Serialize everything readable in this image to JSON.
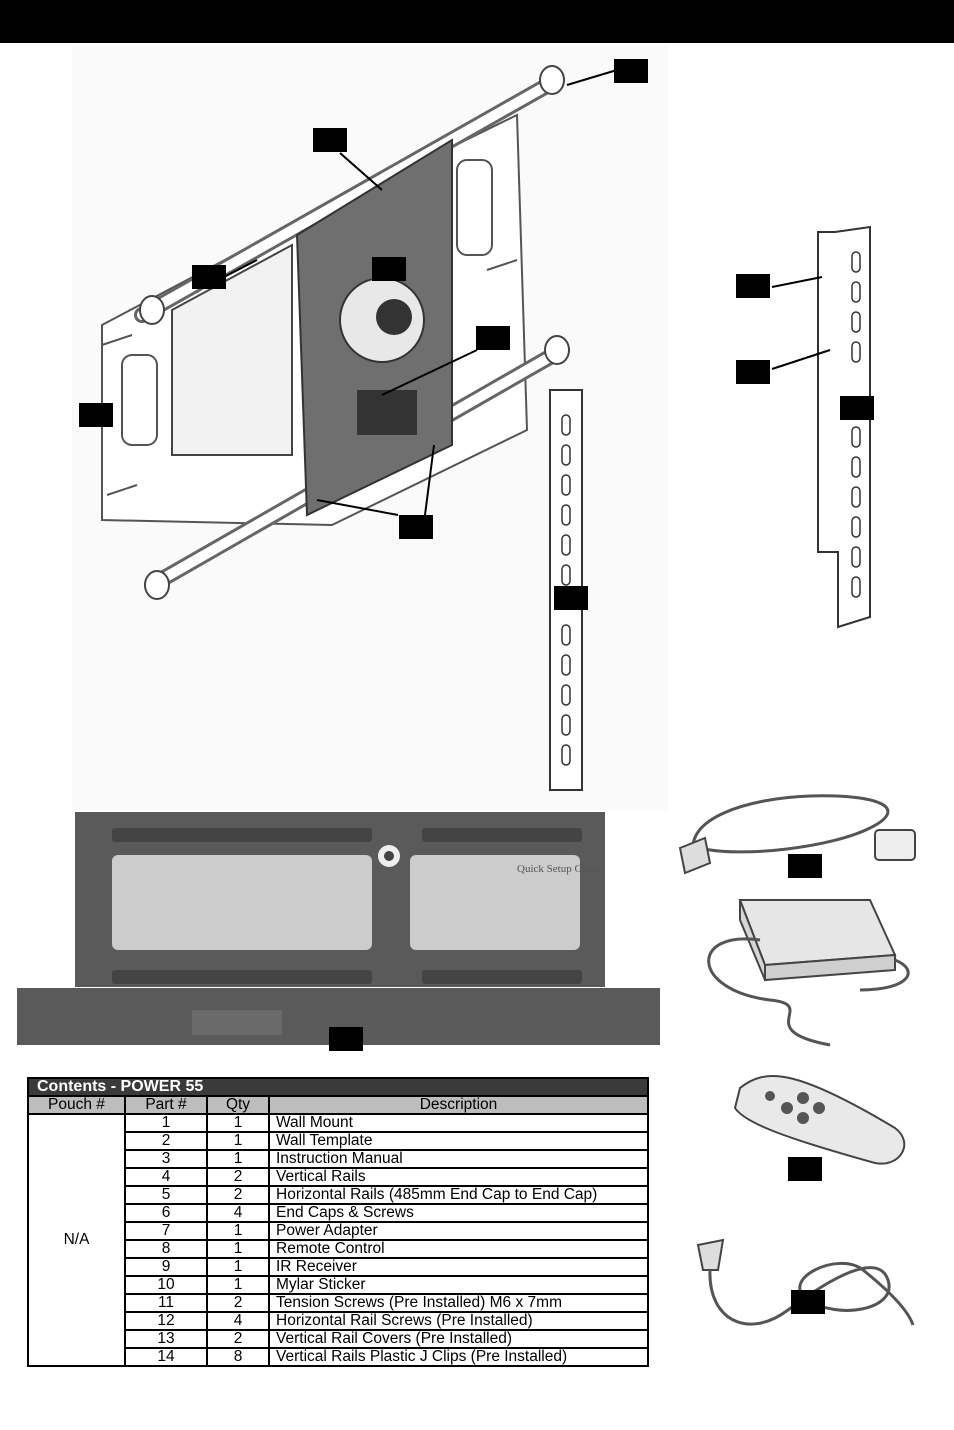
{
  "table": {
    "title": "Contents - POWER 55",
    "headers": [
      "Pouch #",
      "Part #",
      "Qty",
      "Description"
    ],
    "pouch": "N/A",
    "rows": [
      {
        "part": "1",
        "qty": "1",
        "desc": "Wall Mount"
      },
      {
        "part": "2",
        "qty": "1",
        "desc": "Wall Template"
      },
      {
        "part": "3",
        "qty": "1",
        "desc": "Instruction Manual"
      },
      {
        "part": "4",
        "qty": "2",
        "desc": "Vertical Rails"
      },
      {
        "part": "5",
        "qty": "2",
        "desc": "Horizontal Rails (485mm End Cap to End Cap)"
      },
      {
        "part": "6",
        "qty": "4",
        "desc": "End Caps & Screws"
      },
      {
        "part": "7",
        "qty": "1",
        "desc": "Power Adapter"
      },
      {
        "part": "8",
        "qty": "1",
        "desc": "Remote Control"
      },
      {
        "part": "9",
        "qty": "1",
        "desc": "IR Receiver"
      },
      {
        "part": "10",
        "qty": "1",
        "desc": "Mylar Sticker"
      },
      {
        "part": "11",
        "qty": "2",
        "desc": "Tension Screws (Pre Installed) M6 x 7mm"
      },
      {
        "part": "12",
        "qty": "4",
        "desc": "Horizontal Rail Screws (Pre Installed)"
      },
      {
        "part": "13",
        "qty": "2",
        "desc": "Vertical Rail Covers (Pre Installed)"
      },
      {
        "part": "14",
        "qty": "8",
        "desc": "Vertical Rails Plastic J Clips (Pre Installed)"
      }
    ]
  },
  "template_sheet_texts": {
    "guide_title": "Quick Setup Guide"
  }
}
